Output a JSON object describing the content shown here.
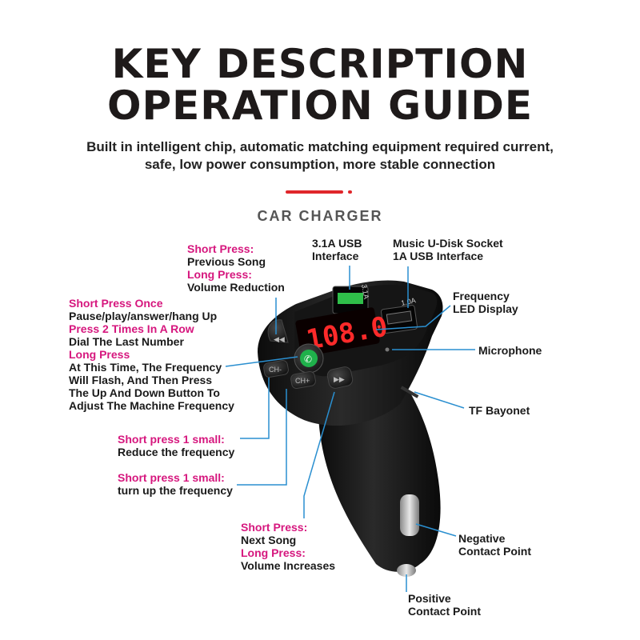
{
  "title": {
    "line1": "KEY DESCRIPTION",
    "line2": "OPERATION GUIDE"
  },
  "subtitle": {
    "line1": "Built in intelligent chip, automatic matching equipment required current,",
    "line2": "safe, low power consumption, more stable connection"
  },
  "section_title": "CAR  CHARGER",
  "device": {
    "display": "108.0",
    "usb_left": "3.1A",
    "usb_right": "1.0A",
    "ch_minus": "CH-",
    "ch_plus": "CH+"
  },
  "labels": {
    "prev": {
      "k1": "Short Press:",
      "v1": "Previous Song",
      "k2": "Long Press:",
      "v2": "Volume Reduction"
    },
    "answer": {
      "k1": "Short Press Once",
      "v1": "Pause/play/answer/hang Up",
      "k2": "Press 2 Times In A Row",
      "v2": "Dial The Last Number",
      "k3": "Long Press",
      "v3a": "At This Time, The Frequency",
      "v3b": "Will Flash, And Then Press",
      "v3c": "The Up And Down Button To",
      "v3d": "Adjust The Machine Frequency"
    },
    "reduce": {
      "k": "Short press 1 small:",
      "v": "Reduce the frequency"
    },
    "up": {
      "k": "Short press 1 small:",
      "v": "turn up the frequency"
    },
    "next": {
      "k1": "Short Press:",
      "v1": "Next Song",
      "k2": "Long Press:",
      "v2": "Volume Increases"
    },
    "usb31": {
      "v1": "3.1A USB",
      "v2": "Interface"
    },
    "usb1": {
      "v1": "Music U-Disk Socket",
      "v2": "1A USB Interface"
    },
    "freq": {
      "v1": "Frequency",
      "v2": "LED Display"
    },
    "mic": {
      "v": "Microphone"
    },
    "tf": {
      "v": "TF Bayonet"
    },
    "neg": {
      "v1": "Negative",
      "v2": "Contact Point"
    },
    "pos": {
      "v1": "Positive",
      "v2": "Contact Point"
    }
  },
  "colors": {
    "accent": "#e0262b",
    "label_key": "#d6177e",
    "callout_line": "#2a8fd0",
    "led": "#ff2a2a",
    "phone_button": "#1fb14b"
  }
}
